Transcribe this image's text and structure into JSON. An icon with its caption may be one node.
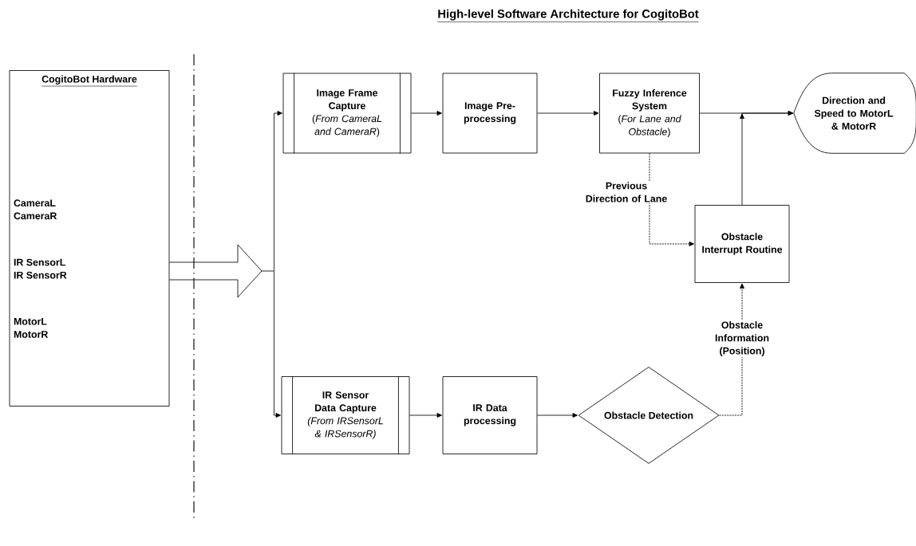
{
  "diagram": {
    "title": "High-level Software Architecture for CogitoBot",
    "nodes": [
      {
        "text": [
          "CogitoBot Hardware",
          "CameraL CameraR",
          "IR SensorL IR SensorR",
          "MotorL MotorR"
        ]
      },
      {
        "text": [
          "Image Frame Capture",
          "(*From CameraL and CameraR*)"
        ]
      },
      {
        "text": [
          "Image Pre-processing"
        ]
      },
      {
        "text": [
          "Fuzzy Inference System",
          "(*For Lane and Obstacle*)"
        ]
      },
      {
        "text": [
          "Direction and Speed to MotorL & MotorR"
        ]
      },
      {
        "text": [
          "Obstacle Interrupt Routine"
        ]
      },
      {
        "text": [
          "IR Sensor Data Capture",
          "(From IRSensorL & IRSensorR)"
        ]
      },
      {
        "text": [
          "IR Data processing"
        ]
      },
      {
        "text": [
          "Obstacle Detection"
        ]
      }
    ],
    "edges": [
      {
        "from": 0,
        "to": 1,
        "arrow": "to"
      },
      {
        "from": 0,
        "to": 6,
        "arrow": "to"
      },
      {
        "from": 1,
        "to": 2,
        "arrow": "to"
      },
      {
        "from": 2,
        "to": 3,
        "arrow": "to"
      },
      {
        "from": 3,
        "to": 4,
        "arrow": "to"
      },
      {
        "from": 3,
        "to": 5,
        "arrow": "to",
        "label": "Previous Direction of Lane",
        "style": "dashed"
      },
      {
        "from": 5,
        "to": 4,
        "arrow": "to"
      },
      {
        "from": 6,
        "to": 7,
        "arrow": "to"
      },
      {
        "from": 7,
        "to": 8,
        "arrow": "to"
      },
      {
        "from": 8,
        "to": 5,
        "arrow": "to",
        "label": "Obstacle Information (Position)",
        "style": "dashed"
      }
    ]
  }
}
